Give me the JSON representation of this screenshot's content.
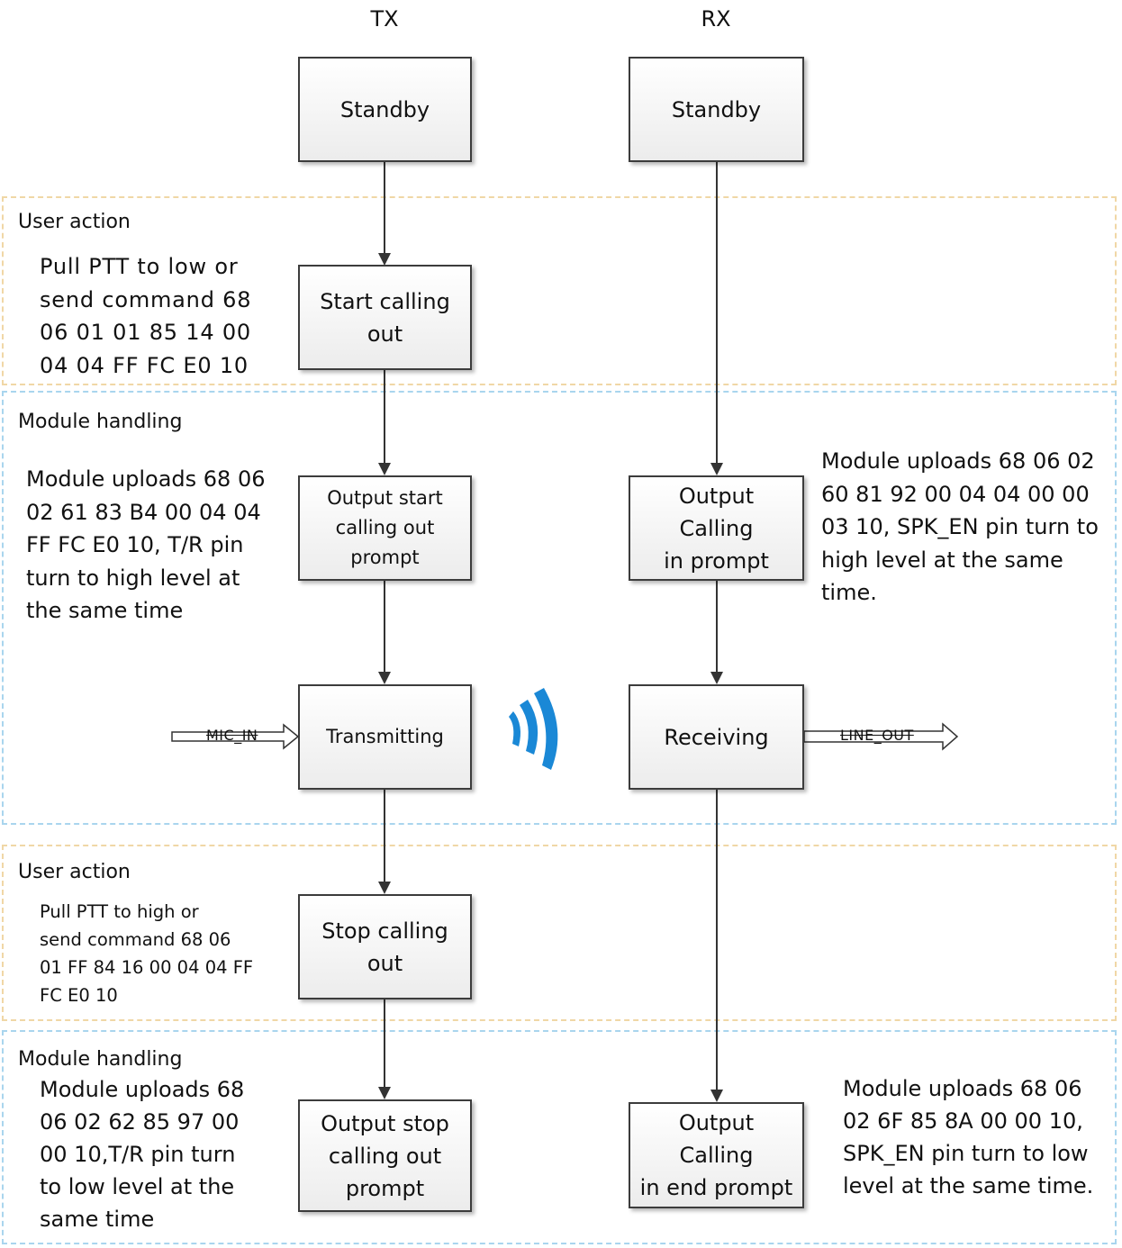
{
  "columns": {
    "tx": "TX",
    "rx": "RX"
  },
  "regions": {
    "user_action_1": "User action",
    "module_handling_1": "Module handling",
    "user_action_2": "User action",
    "module_handling_2": "Module handling"
  },
  "boxes": {
    "tx_standby": "Standby",
    "rx_standby": "Standby",
    "start_calling_out": "Start calling\nout",
    "output_start_prompt": "Output start\ncalling out\nprompt",
    "output_calling_in_prompt": "Output Calling\nin prompt",
    "transmitting": "Transmitting",
    "receiving": "Receiving",
    "stop_calling_out": "Stop calling\nout",
    "output_stop_prompt": "Output stop\ncalling out\nprompt",
    "output_calling_in_end_prompt": "Output Calling\nin end prompt"
  },
  "notes": {
    "pull_ptt_low": "Pull PTT to low or\nsend command 68\n06 01 01 85 14 00\n04 04 FF FC E0 10",
    "module_uploads_tx_start": "Module uploads 68 06\n02 61 83 B4 00 04 04\nFF FC E0 10, T/R pin\nturn to high level at\nthe same time",
    "module_uploads_rx_start": "Module uploads 68 06 02\n60 81 92 00 04 04 00 00\n03 10, SPK_EN pin turn to\nhigh level at the same\ntime.",
    "pull_ptt_high": "Pull PTT to high or\nsend command 68 06\n01 FF 84 16 00 04 04 FF\nFC E0 10",
    "module_uploads_tx_stop": "Module uploads 68\n06 02 62 85 97 00\n00 10,T/R pin turn\nto low level at the\nsame time",
    "module_uploads_rx_stop": "Module uploads 68 06\n02 6F 85 8A 00 00 10,\nSPK_EN pin turn to low\nlevel at the same time."
  },
  "signals": {
    "mic_in": "MIC_IN",
    "line_out": "LINE_OUT"
  },
  "colors": {
    "user_action_border": "#f0d7a6",
    "module_handling_border": "#a9d5ee",
    "wireless_icon": "#1a88d6",
    "box_border": "#3c3c3c"
  },
  "icons": {
    "wireless": "wireless-signal-icon"
  }
}
